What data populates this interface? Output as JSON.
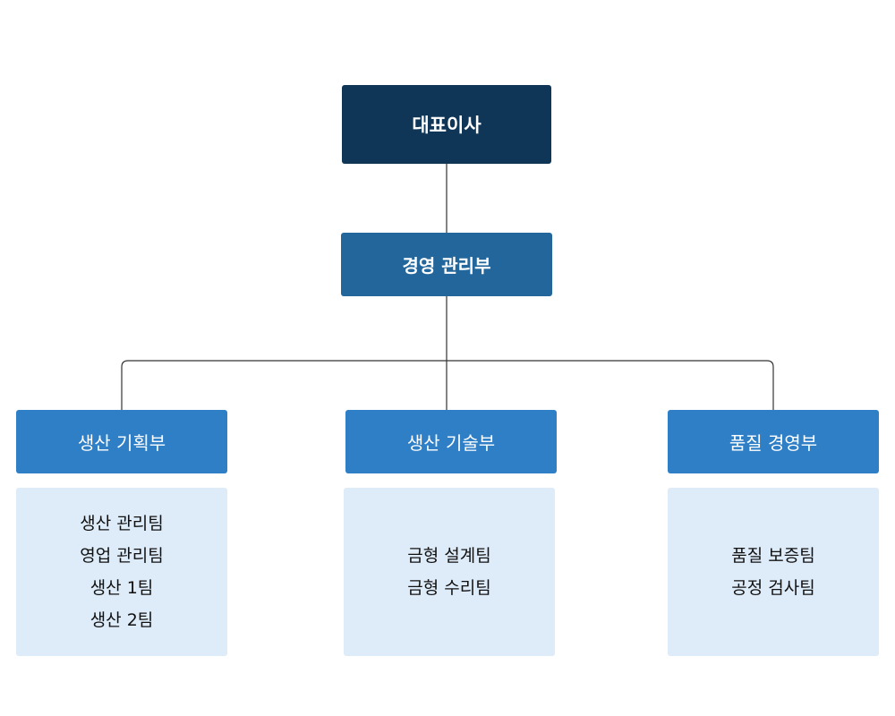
{
  "ceo": {
    "label": "대표이사"
  },
  "management": {
    "label": "경영 관리부"
  },
  "departments": [
    {
      "label": "생산 기획부",
      "teams": [
        "생산 관리팀",
        "영업 관리팀",
        "생산 1팀",
        "생산 2팀"
      ]
    },
    {
      "label": "생산 기술부",
      "teams": [
        "금형 설계팀",
        "금형 수리팀"
      ]
    },
    {
      "label": "품질 경영부",
      "teams": [
        "품질 보증팀",
        "공정 검사팀"
      ]
    }
  ],
  "colors": {
    "ceo": "#0f3557",
    "management": "#23669b",
    "department": "#2f7fc7",
    "teams_bg": "#deebf8",
    "connector": "#333333"
  }
}
